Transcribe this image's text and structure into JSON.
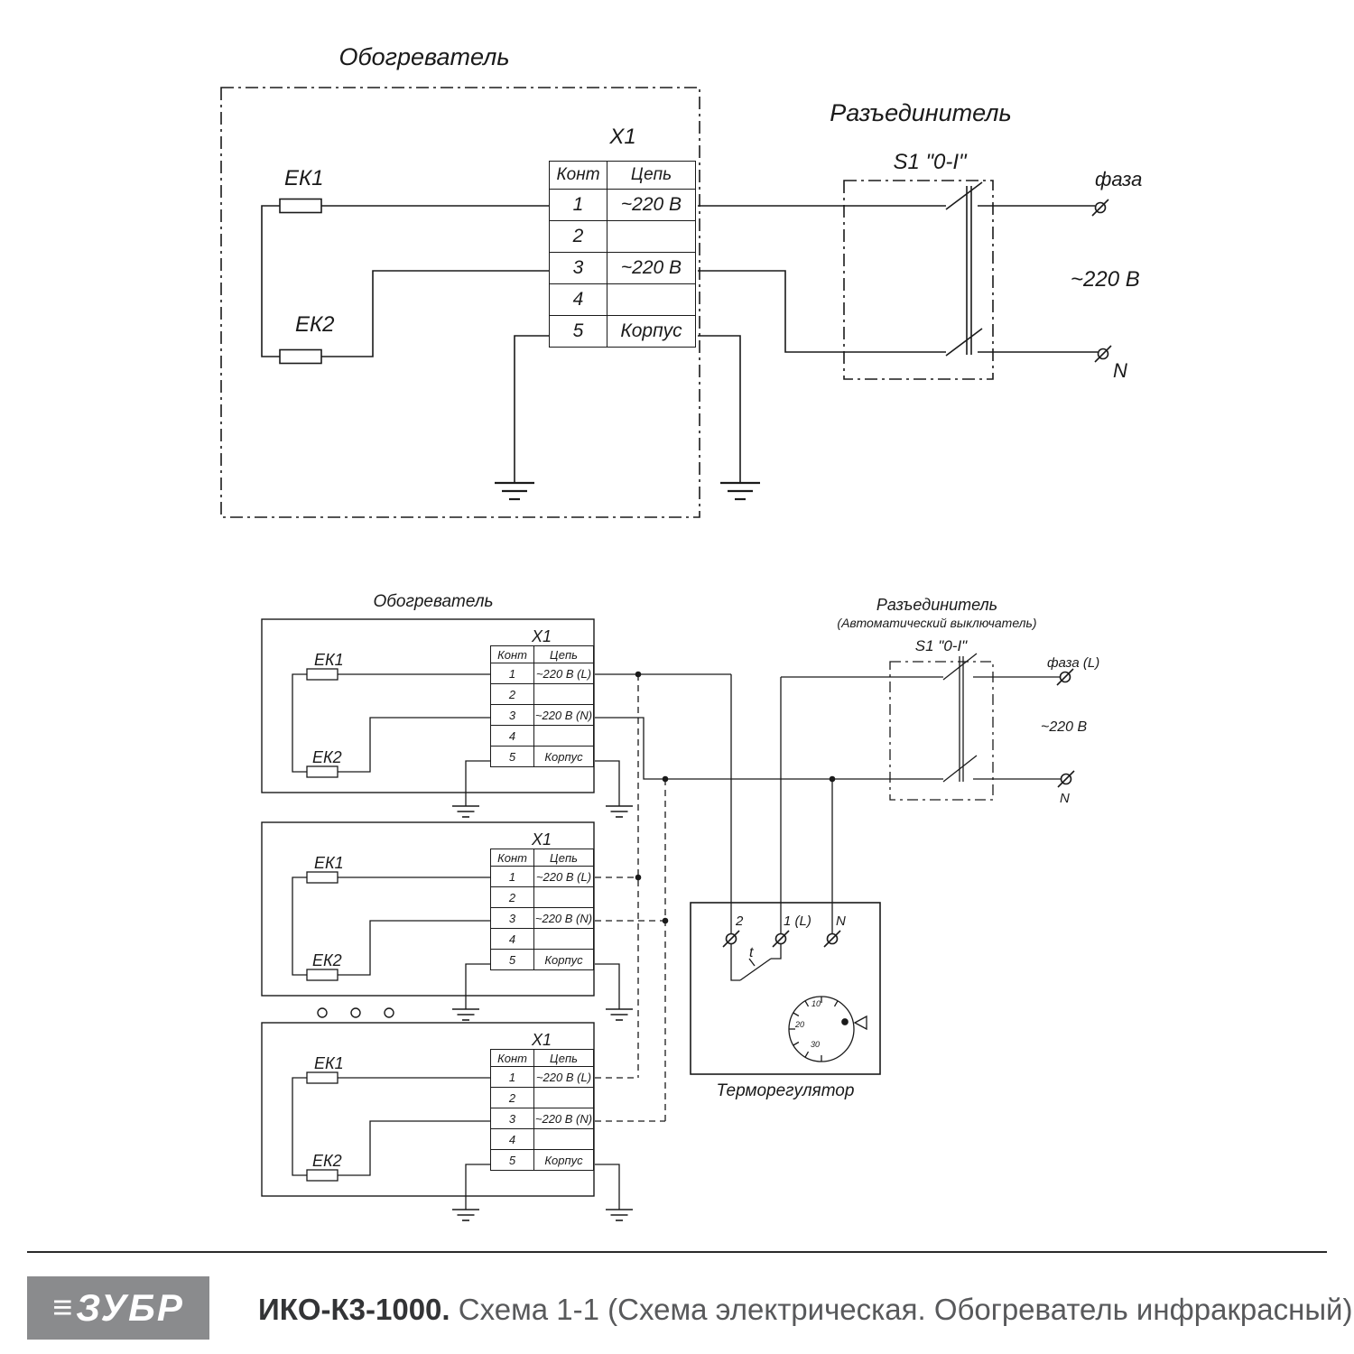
{
  "top": {
    "heater_title": "Обогреватель",
    "x1_label": "X1",
    "ek1_label": "ЕК1",
    "ek2_label": "ЕК2",
    "table": {
      "col_cont": "Конт",
      "col_circuit": "Цепь",
      "rows": [
        {
          "n": "1",
          "v": "~220 В"
        },
        {
          "n": "2",
          "v": ""
        },
        {
          "n": "3",
          "v": "~220 В"
        },
        {
          "n": "4",
          "v": ""
        },
        {
          "n": "5",
          "v": "Корпус"
        }
      ]
    },
    "disconnector_title": "Разъединитель",
    "switch_label": "S1 \"0-I\"",
    "phase_label": "фаза",
    "voltage_label": "~220 В",
    "neutral_label": "N"
  },
  "bottom": {
    "heater_title": "Обогреватель",
    "disconnector_title": "Разъединитель",
    "disconnector_subtitle": "(Автоматический выключатель)",
    "switch_label": "S1 \"0-I\"",
    "phase_label": "фаза (L)",
    "voltage_label": "~220 В",
    "neutral_label": "N",
    "thermostat": {
      "title": "Терморегулятор",
      "terminal_2": "2",
      "terminal_1": "1 (L)",
      "terminal_n": "N",
      "t_contact_label": "t",
      "dial_10": "10",
      "dial_20": "20",
      "dial_30": "30"
    },
    "heaters": [
      {
        "x1_label": "X1",
        "ek1_label": "ЕК1",
        "ek2_label": "ЕК2",
        "col_cont": "Конт",
        "col_circuit": "Цепь",
        "rows": [
          {
            "n": "1",
            "v": "~220 В (L)"
          },
          {
            "n": "2",
            "v": ""
          },
          {
            "n": "3",
            "v": "~220 В (N)"
          },
          {
            "n": "4",
            "v": ""
          },
          {
            "n": "5",
            "v": "Корпус"
          }
        ]
      },
      {
        "x1_label": "X1",
        "ek1_label": "ЕК1",
        "ek2_label": "ЕК2",
        "col_cont": "Конт",
        "col_circuit": "Цепь",
        "rows": [
          {
            "n": "1",
            "v": "~220 В (L)"
          },
          {
            "n": "2",
            "v": ""
          },
          {
            "n": "3",
            "v": "~220 В (N)"
          },
          {
            "n": "4",
            "v": ""
          },
          {
            "n": "5",
            "v": "Корпус"
          }
        ]
      },
      {
        "x1_label": "X1",
        "ek1_label": "ЕК1",
        "ek2_label": "ЕК2",
        "col_cont": "Конт",
        "col_circuit": "Цепь",
        "rows": [
          {
            "n": "1",
            "v": "~220 В (L)"
          },
          {
            "n": "2",
            "v": ""
          },
          {
            "n": "3",
            "v": "~220 В (N)"
          },
          {
            "n": "4",
            "v": ""
          },
          {
            "n": "5",
            "v": "Корпус"
          }
        ]
      }
    ]
  },
  "footer": {
    "brand_glyph": "≡",
    "brand": "ЗУБР",
    "model": "ИКО-К3-1000.",
    "description": "Схема 1-1 (Схема электрическая. Обогреватель инфракрасный)"
  }
}
